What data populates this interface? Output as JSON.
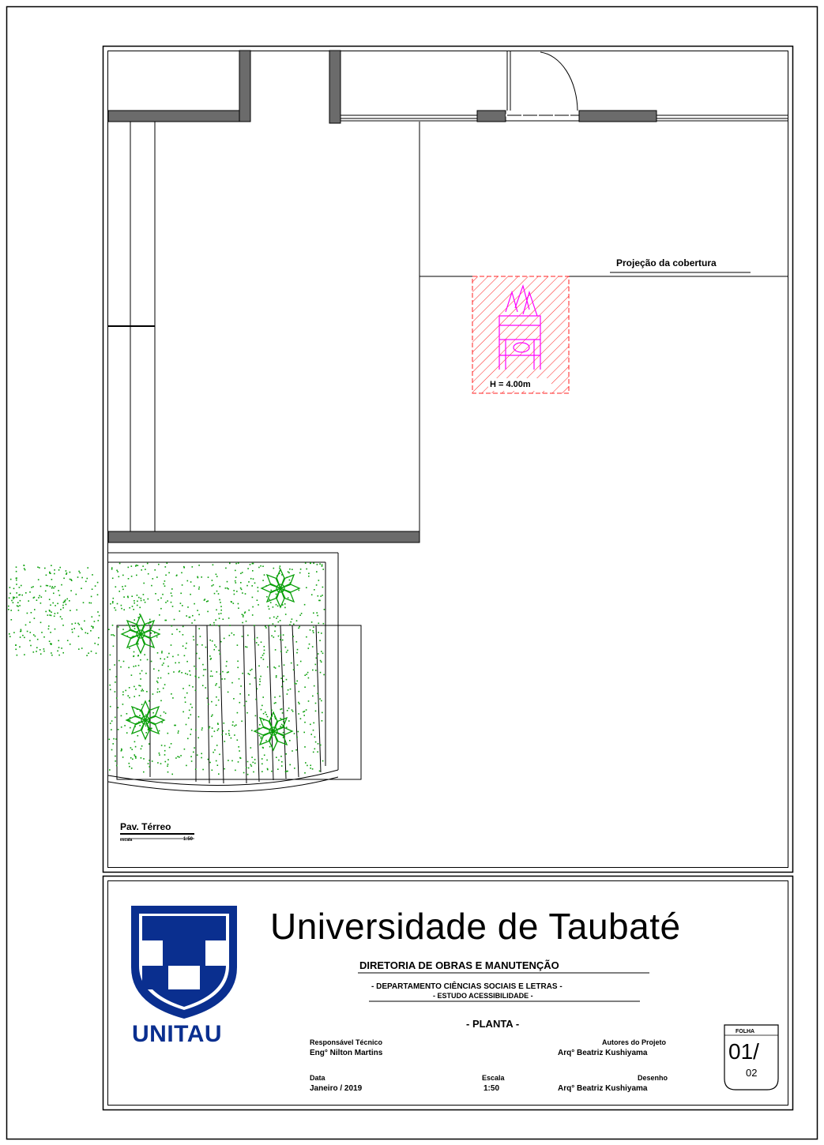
{
  "colors": {
    "wall_fill": "#6b6b6b",
    "vegetation": "#0aa00a",
    "hatch": "#ff2020",
    "furniture": "#ff00ff",
    "logo_blue": "#0a2f8f"
  },
  "plan": {
    "projection_label": "Projeção da cobertura",
    "height_label": "H = 4.00m",
    "floor_title": "Pav. Térreo",
    "floor_scale_left": "escala",
    "floor_scale_right": "1:50"
  },
  "title_block": {
    "institution": "Universidade de Taubaté",
    "logo_text": "UNITAU",
    "directorate": "DIRETORIA DE OBRAS E MANUTENÇÃO",
    "department": "- DEPARTAMENTO CIÊNCIAS SOCIAIS E LETRAS -",
    "study": "- ESTUDO ACESSIBILIDADE -",
    "drawing": "- PLANTA -",
    "responsible_label": "Responsável Técnico",
    "responsible_name": "Eng° Nilton Martins",
    "authors_label": "Autores do Projeto",
    "authors_name": "Arq° Beatriz Kushiyama",
    "date_label": "Data",
    "date_value": "Janeiro / 2019",
    "scale_label": "Escala",
    "scale_value": "1:50",
    "drawn_label": "Desenho",
    "drawn_name": "Arq° Beatriz Kushiyama",
    "sheet_label": "FOLHA",
    "sheet_number": "01/",
    "sheet_total": "02"
  }
}
